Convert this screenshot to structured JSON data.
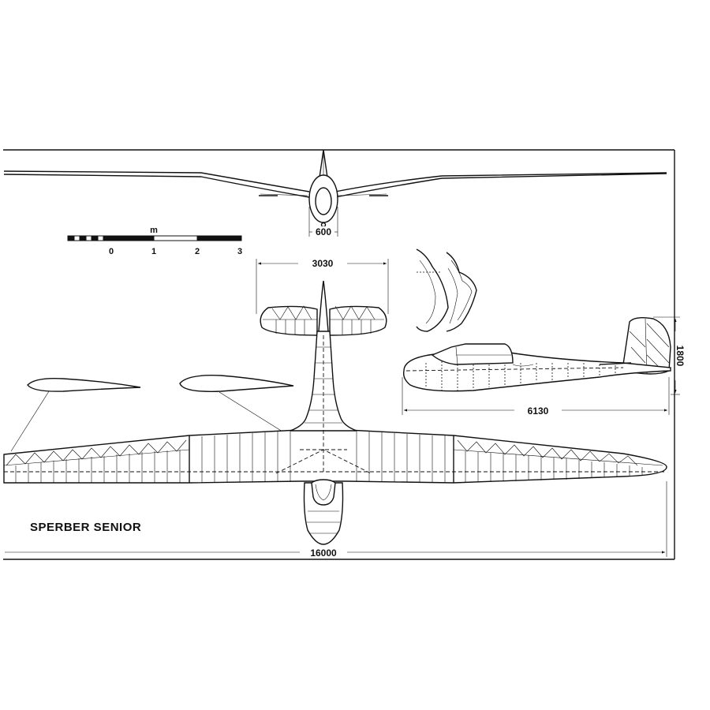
{
  "title": "SPERBER SENIOR",
  "scale_bar": {
    "unit": "m",
    "ticks": [
      "0",
      "1",
      "2",
      "3"
    ]
  },
  "dimensions": {
    "fuselage_width": "600",
    "tailplane_span": "3030",
    "height": "1800",
    "length": "6130",
    "wingspan": "16000"
  },
  "colors": {
    "ink": "#111111",
    "paper": "#ffffff"
  }
}
